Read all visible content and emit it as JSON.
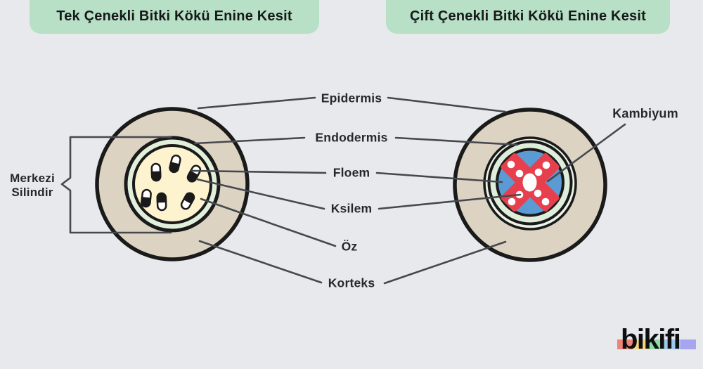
{
  "titles": {
    "left": "Tek Çenekli Bitki Kökü Enine Kesit",
    "right": "Çift Çenekli Bitki Kökü Enine Kesit"
  },
  "labels": {
    "merkezi_silindir_line1": "Merkezi",
    "merkezi_silindir_line2": "Silindir",
    "epidermis": "Epidermis",
    "endodermis": "Endodermis",
    "floem": "Floem",
    "ksilem": "Ksilem",
    "oz": "Öz",
    "korteks": "Korteks",
    "kambiyum": "Kambiyum"
  },
  "logo": {
    "text": "bikifi",
    "band_colors": [
      "#ef8378",
      "#f6d77e",
      "#8fd8a8",
      "#9ec7ee",
      "#a9a4ef"
    ]
  },
  "colors": {
    "background": "#e8e9ec",
    "badge_green": "#b7e0c6",
    "cortex_tan": "#dcd3c2",
    "endodermis_ring_green": "#e1efdb",
    "pith_yellow": "#fdf3cf",
    "phloem_blue": "#5b9bd3",
    "xylem_red": "#e73f4e",
    "outline_black": "#1a1a1a",
    "pointer_line": "#45494e"
  }
}
